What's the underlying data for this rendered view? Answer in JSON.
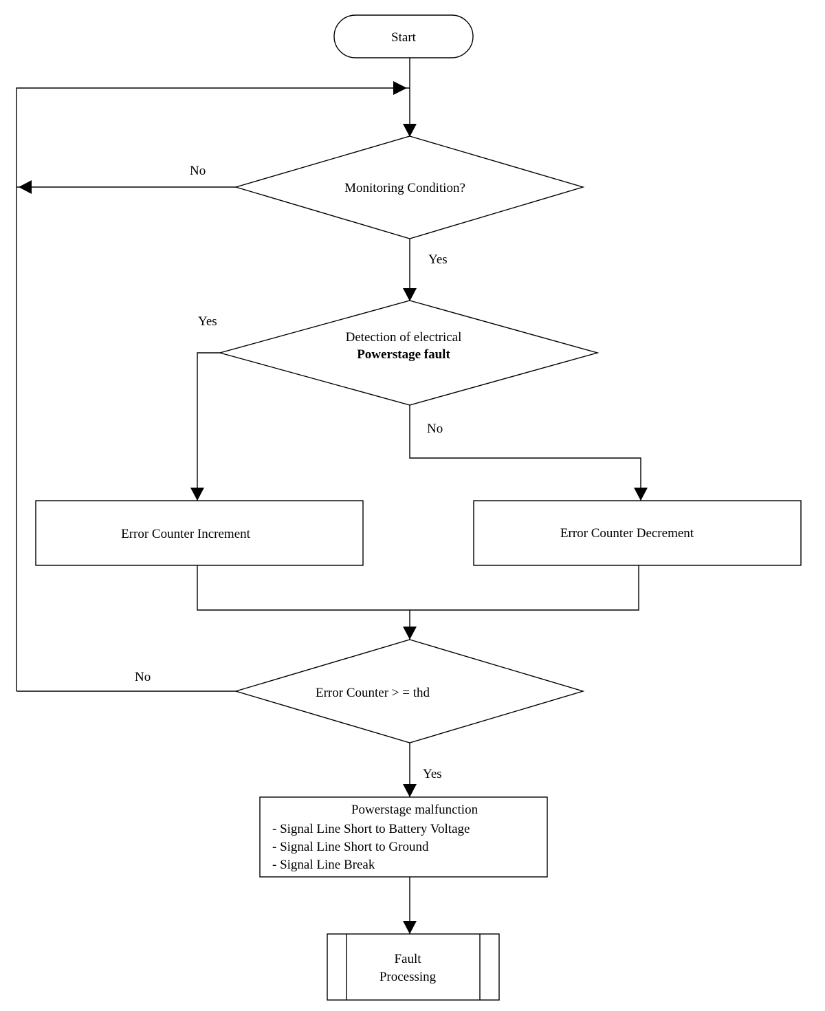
{
  "nodes": {
    "start": "Start",
    "monitoring": "Monitoring Condition?",
    "detection_line1": "Detection of electrical",
    "detection_line2": "Powerstage fault",
    "increment": "Error Counter Increment",
    "decrement": "Error Counter Decrement",
    "threshold": "Error Counter > = thd",
    "malfunction_title": "Powerstage malfunction",
    "malfunction_items": [
      "- Signal Line Short to Battery Voltage",
      "- Signal Line Short to Ground",
      "- Signal Line Break"
    ],
    "fault_line1": "Fault",
    "fault_line2": "Processing"
  },
  "edge_labels": {
    "monitoring_no": "No",
    "monitoring_yes": "Yes",
    "detection_yes": "Yes",
    "detection_no": "No",
    "threshold_no": "No",
    "threshold_yes": "Yes"
  }
}
